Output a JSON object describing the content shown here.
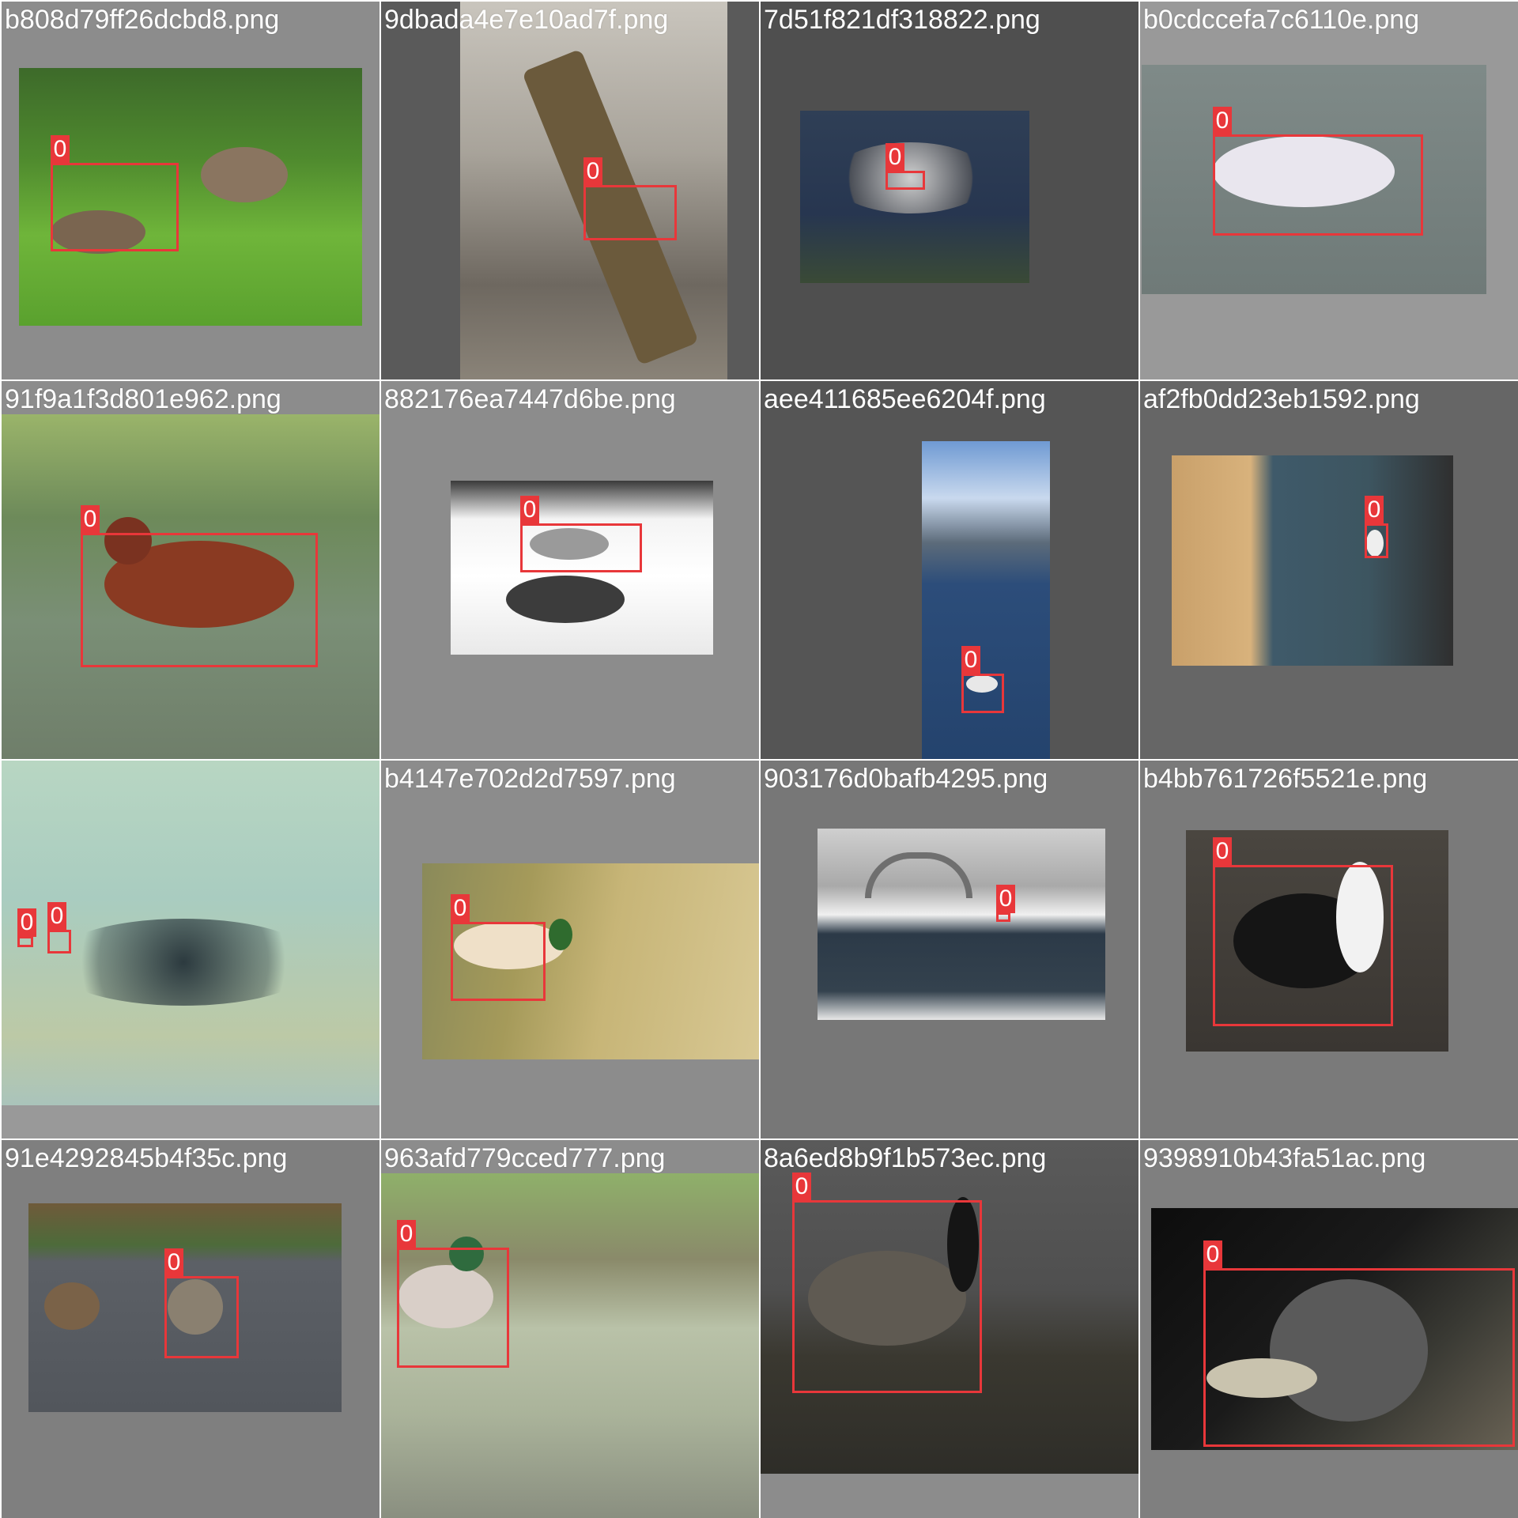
{
  "box_color": "#e8373a",
  "tiles": [
    {
      "name": "b808d79ff26dcbd8.png",
      "boxes": [
        {
          "label": "0"
        }
      ]
    },
    {
      "name": "9dbada4e7e10ad7f.png",
      "boxes": [
        {
          "label": "0"
        }
      ]
    },
    {
      "name": "7d51f821df318822.png",
      "boxes": [
        {
          "label": "0"
        }
      ]
    },
    {
      "name": "b0cdccefa7c6110e.png",
      "boxes": [
        {
          "label": "0"
        }
      ]
    },
    {
      "name": "91f9a1f3d801e962.png",
      "boxes": [
        {
          "label": "0"
        }
      ]
    },
    {
      "name": "882176ea7447d6be.png",
      "boxes": [
        {
          "label": "0"
        }
      ]
    },
    {
      "name": "aee411685ee6204f.png",
      "boxes": [
        {
          "label": "0"
        }
      ]
    },
    {
      "name": "af2fb0dd23eb1592.png",
      "boxes": [
        {
          "label": "0"
        }
      ]
    },
    {
      "name": "",
      "boxes": [
        {
          "label": "0"
        },
        {
          "label": "0"
        }
      ]
    },
    {
      "name": "b4147e702d2d7597.png",
      "boxes": [
        {
          "label": "0"
        }
      ]
    },
    {
      "name": "903176d0bafb4295.png",
      "boxes": [
        {
          "label": "0"
        }
      ]
    },
    {
      "name": "b4bb761726f5521e.png",
      "boxes": [
        {
          "label": "0"
        }
      ]
    },
    {
      "name": "91e4292845b4f35c.png",
      "boxes": [
        {
          "label": "0"
        }
      ]
    },
    {
      "name": "963afd779cced777.png",
      "boxes": [
        {
          "label": "0"
        }
      ]
    },
    {
      "name": "8a6ed8b9f1b573ec.png",
      "boxes": [
        {
          "label": "0"
        }
      ]
    },
    {
      "name": "9398910b43fa51ac.png",
      "boxes": [
        {
          "label": "0"
        }
      ]
    }
  ]
}
